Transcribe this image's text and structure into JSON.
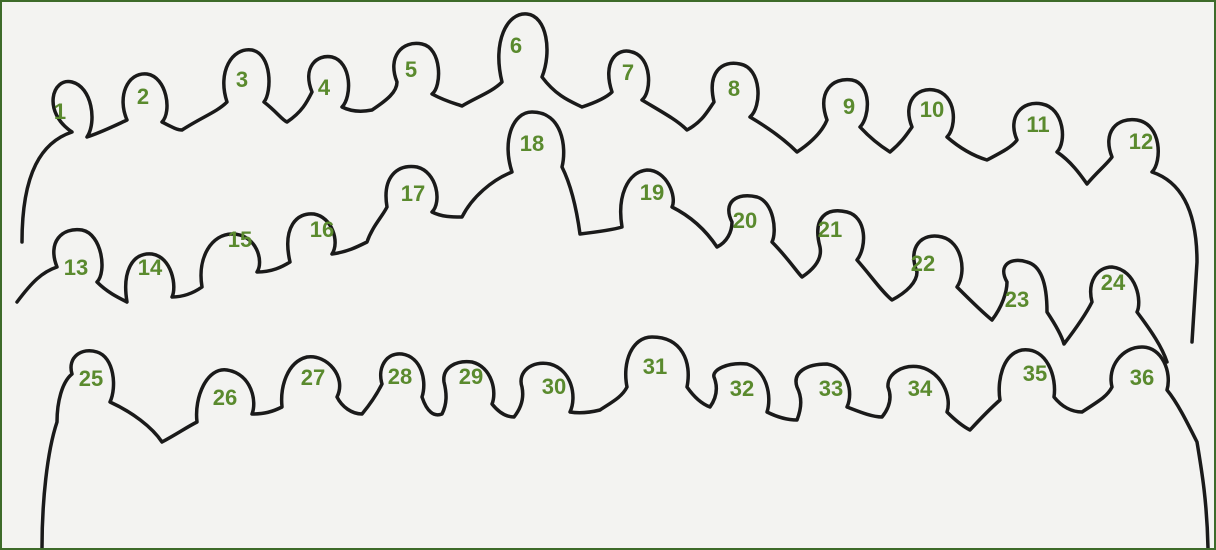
{
  "colors": {
    "label": "#5a8a2e",
    "outline": "#1a1a1a",
    "frame": "#3d6b2a",
    "paper": "#f3f3f1"
  },
  "rows": [
    {
      "name": "back",
      "labels": [
        "1",
        "2",
        "3",
        "4",
        "5",
        "6",
        "7",
        "8",
        "9",
        "10",
        "11",
        "12"
      ]
    },
    {
      "name": "middle",
      "labels": [
        "13",
        "14",
        "15",
        "16",
        "17",
        "18",
        "19",
        "20",
        "21",
        "22",
        "23",
        "24"
      ]
    },
    {
      "name": "front",
      "labels": [
        "25",
        "26",
        "27",
        "28",
        "29",
        "30",
        "31",
        "32",
        "33",
        "34",
        "35",
        "36"
      ]
    }
  ]
}
